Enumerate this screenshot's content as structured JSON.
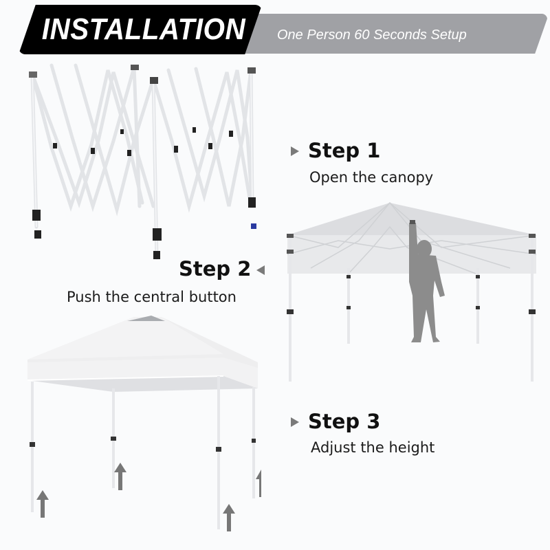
{
  "banner": {
    "title": "INSTALLATION",
    "subtitle": "One Person 60 Seconds Setup",
    "colors": {
      "title_bg": "#000000",
      "subtitle_bg": "#a0a1a5",
      "text": "#ffffff"
    }
  },
  "steps": [
    {
      "title": "Step 1",
      "description": "Open the canopy",
      "arrow": "triangle-right-icon"
    },
    {
      "title": "Step 2",
      "description": "Push the central button",
      "arrow": "triangle-left-icon"
    },
    {
      "title": "Step 3",
      "description": "Adjust the height",
      "arrow": "triangle-right-icon"
    }
  ],
  "illustrations": {
    "frame": "collapsed-canopy-frame",
    "open_canopy": "person-pushing-center-button",
    "finished_canopy": "canopy-with-height-arrows"
  },
  "colors": {
    "arrow": "#7a7a7a",
    "figure": "#8c8c8c",
    "canopy": "#eeeeef",
    "accent_dark": "#111111"
  }
}
